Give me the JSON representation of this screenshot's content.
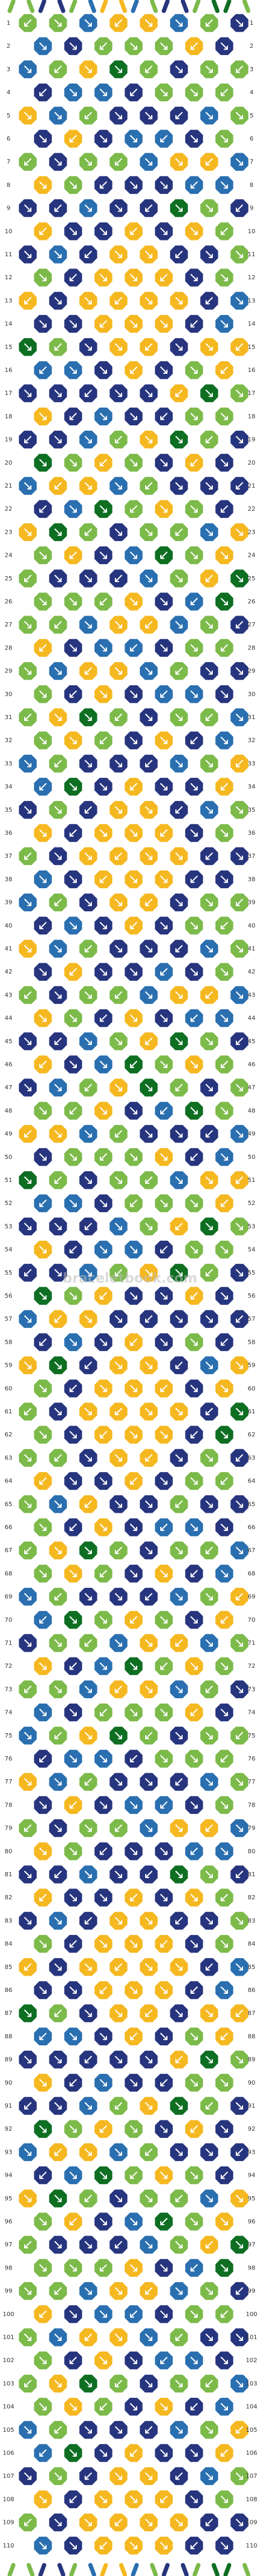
{
  "pattern": {
    "rows": 110,
    "knots_per_row_odd": 8,
    "knots_per_row_even": 7,
    "watermark": "braceletbook.com",
    "thread_colors": {
      "light_green": "#7cba4a",
      "yellow": "#f5b820",
      "navy": "#27357e",
      "blue": "#2a6fb0",
      "dark_green": "#0e6e22",
      "white": "#ffffff"
    },
    "top_strands": [
      "light_green",
      "light_green",
      "navy",
      "navy",
      "light_green",
      "blue",
      "yellow",
      "yellow",
      "blue",
      "light_green",
      "navy",
      "navy",
      "light_green",
      "dark_green",
      "dark_green",
      "light_green"
    ]
  }
}
